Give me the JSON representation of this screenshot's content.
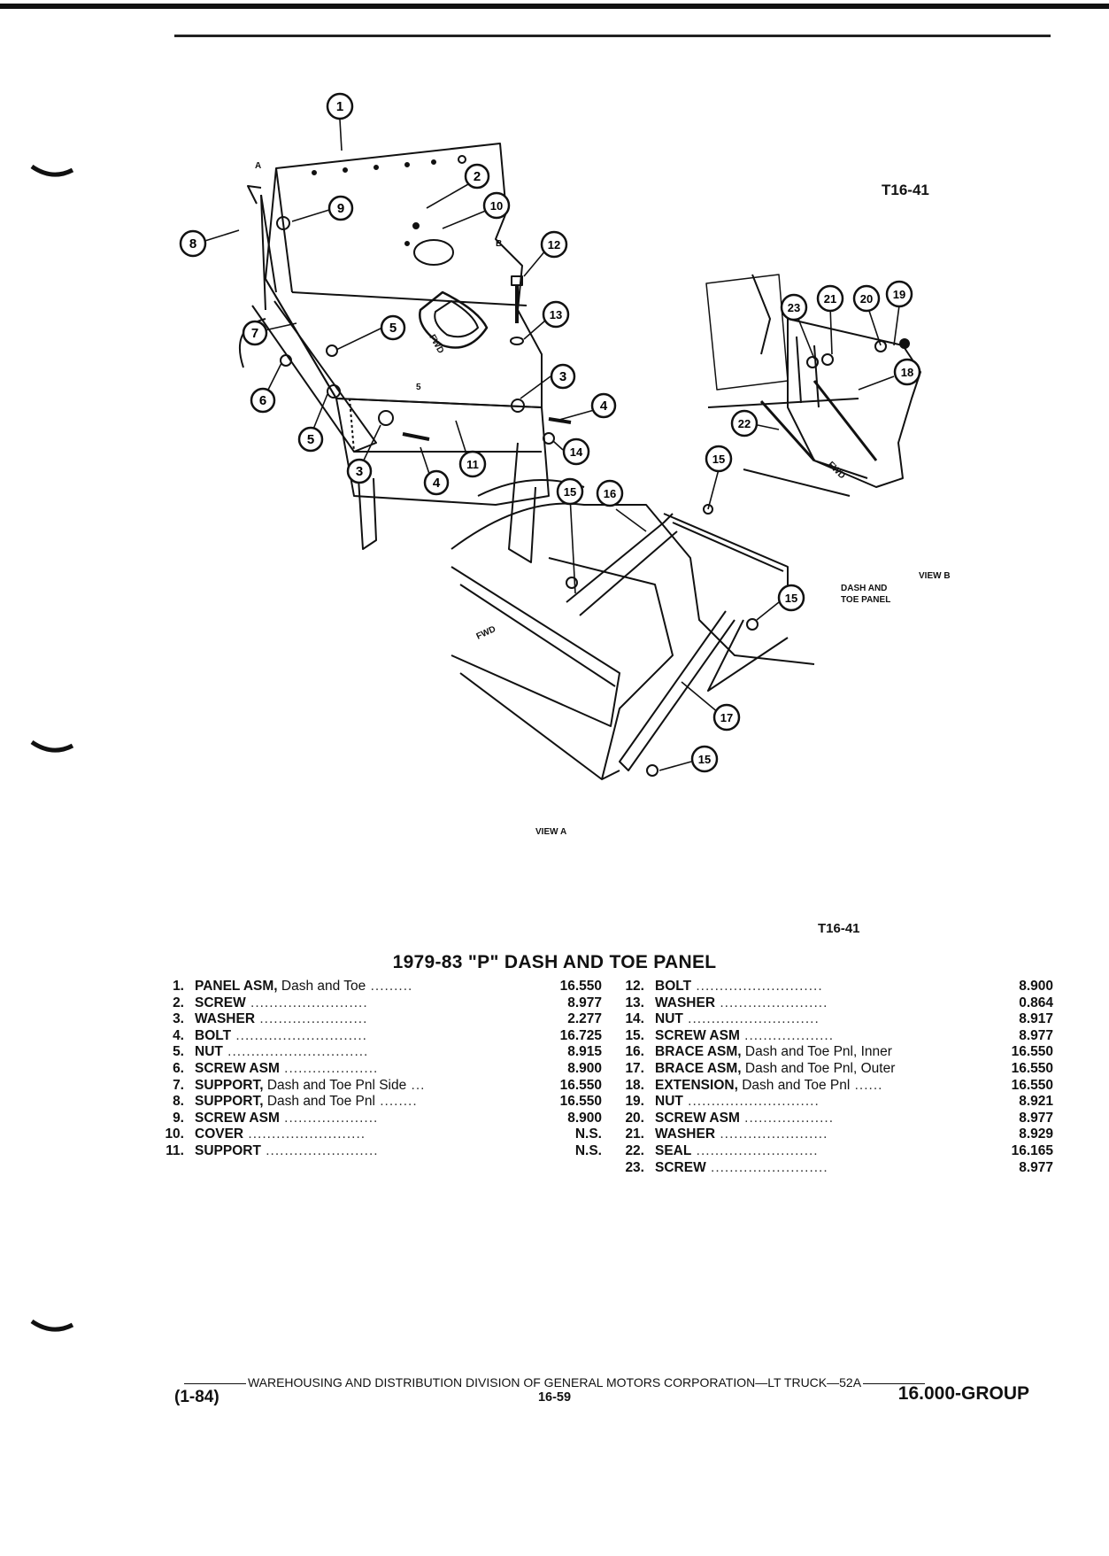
{
  "figure": {
    "code_top": "T16-41",
    "code_bottom": "T16-41",
    "labels": {
      "view_a": "VIEW A",
      "view_b": "VIEW B",
      "dash_toe_l1": "DASH AND",
      "dash_toe_l2": "TOE PANEL",
      "fwd": "FWD",
      "small_a": "A",
      "small_b": "B",
      "small_5": "5"
    },
    "callouts": [
      "1",
      "2",
      "3",
      "4",
      "5",
      "6",
      "7",
      "8",
      "9",
      "10",
      "11",
      "12",
      "13",
      "14",
      "15",
      "16",
      "17",
      "18",
      "19",
      "20",
      "21",
      "22",
      "23"
    ]
  },
  "title": "1979-83 \"P\" DASH AND TOE PANEL",
  "parts_left": [
    {
      "num": "1.",
      "name": "PANEL ASM,",
      "desc": " Dash and Toe",
      "dots": " .........",
      "val": "16.550"
    },
    {
      "num": "2.",
      "name": "SCREW",
      "desc": "",
      "dots": " .........................",
      "val": "8.977"
    },
    {
      "num": "3.",
      "name": "WASHER",
      "desc": "",
      "dots": " .......................",
      "val": "2.277"
    },
    {
      "num": "4.",
      "name": "BOLT",
      "desc": "",
      "dots": " ............................",
      "val": "16.725"
    },
    {
      "num": "5.",
      "name": "NUT",
      "desc": "",
      "dots": " ..............................",
      "val": "8.915"
    },
    {
      "num": "6.",
      "name": "SCREW ASM",
      "desc": "",
      "dots": " ....................",
      "val": "8.900"
    },
    {
      "num": "7.",
      "name": "SUPPORT,",
      "desc": " Dash and Toe Pnl Side",
      "dots": " ...",
      "val": "16.550"
    },
    {
      "num": "8.",
      "name": "SUPPORT,",
      "desc": " Dash and Toe Pnl",
      "dots": " ........",
      "val": "16.550"
    },
    {
      "num": "9.",
      "name": "SCREW ASM",
      "desc": "",
      "dots": " ....................",
      "val": "8.900"
    },
    {
      "num": "10.",
      "name": "COVER",
      "desc": "",
      "dots": " .........................",
      "val": "N.S."
    },
    {
      "num": "11.",
      "name": "SUPPORT",
      "desc": "",
      "dots": " ........................",
      "val": "N.S."
    }
  ],
  "parts_right": [
    {
      "num": "12.",
      "name": "BOLT",
      "desc": "",
      "dots": " ...........................",
      "val": "8.900"
    },
    {
      "num": "13.",
      "name": "WASHER",
      "desc": "",
      "dots": " .......................",
      "val": "0.864"
    },
    {
      "num": "14.",
      "name": "NUT",
      "desc": "",
      "dots": " ............................",
      "val": "8.917"
    },
    {
      "num": "15.",
      "name": "SCREW ASM",
      "desc": "",
      "dots": " ...................",
      "val": "8.977"
    },
    {
      "num": "16.",
      "name": "BRACE ASM,",
      "desc": " Dash and Toe Pnl, Inner",
      "dots": "",
      "val": "16.550"
    },
    {
      "num": "17.",
      "name": "BRACE ASM,",
      "desc": " Dash and Toe Pnl, Outer",
      "dots": "",
      "val": "16.550"
    },
    {
      "num": "18.",
      "name": "EXTENSION,",
      "desc": " Dash and Toe Pnl",
      "dots": " ......",
      "val": "16.550"
    },
    {
      "num": "19.",
      "name": "NUT",
      "desc": "",
      "dots": " ............................",
      "val": "8.921"
    },
    {
      "num": "20.",
      "name": "SCREW ASM",
      "desc": "",
      "dots": " ...................",
      "val": "8.977"
    },
    {
      "num": "21.",
      "name": "WASHER",
      "desc": "",
      "dots": " .......................",
      "val": "8.929"
    },
    {
      "num": "22.",
      "name": "SEAL",
      "desc": "",
      "dots": " ..........................",
      "val": "16.165"
    },
    {
      "num": "23.",
      "name": "SCREW",
      "desc": "",
      "dots": " .........................",
      "val": "8.977"
    }
  ],
  "footer": {
    "division": "WAREHOUSING AND DISTRIBUTION DIVISION OF GENERAL MOTORS CORPORATION—LT TRUCK—52A",
    "date": "(1-84)",
    "page": "16-59",
    "group": "16.000-GROUP"
  }
}
